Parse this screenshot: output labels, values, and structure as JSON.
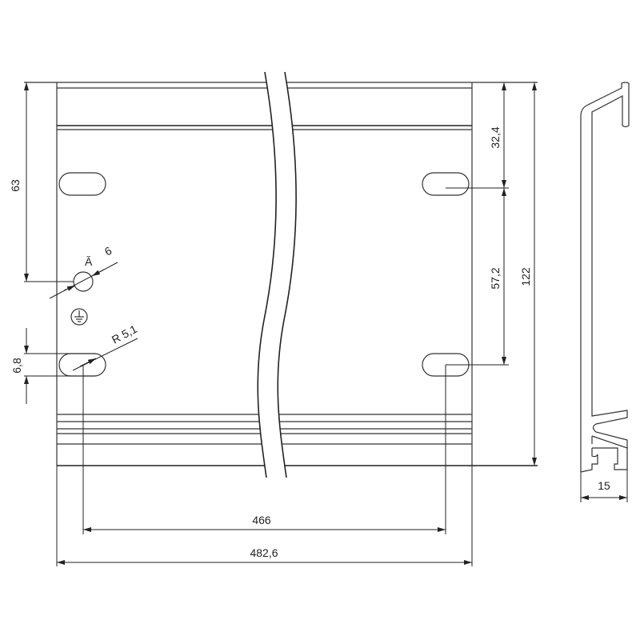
{
  "title": "19-inch mounting rail technical drawing",
  "dimensions": {
    "left_height": "63",
    "hole_symbol": "Ă",
    "hole_diameter": "6",
    "slot_radius": "R 5,1",
    "slot_height": "6,8",
    "top_to_slot": "32,4",
    "slot_spacing": "57,2",
    "total_height": "122",
    "hole_spacing": "466",
    "total_width": "482,6",
    "profile_depth": "15"
  },
  "colors": {
    "line": "#222222",
    "background": "#ffffff"
  }
}
